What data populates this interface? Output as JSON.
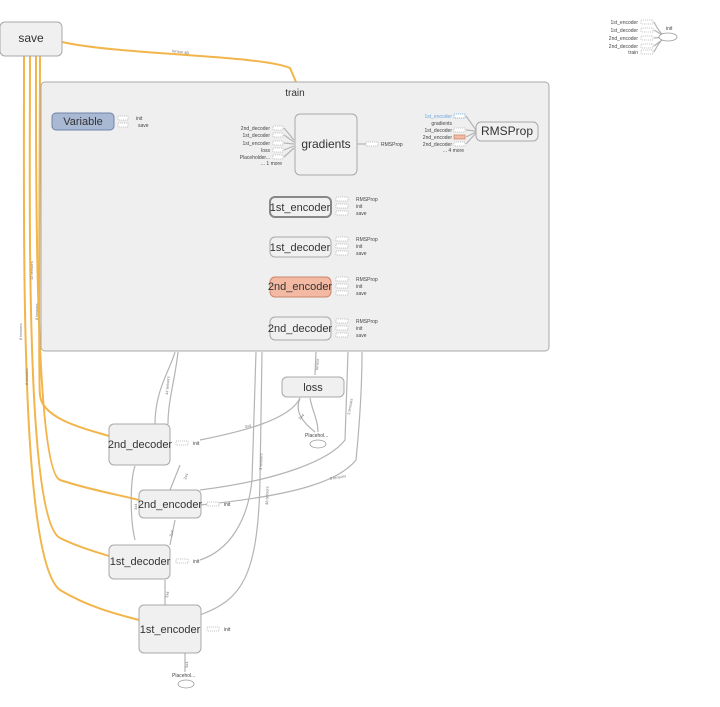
{
  "legend": {
    "items": [
      "1st_encoder",
      "1st_decoder",
      "2nd_encoder",
      "2nd_decoder",
      "train"
    ],
    "target": "init"
  },
  "save": {
    "label": "save"
  },
  "train": {
    "title": "train",
    "variable": {
      "label": "Variable",
      "outputs": [
        "init",
        "save"
      ]
    },
    "gradients": {
      "label": "gradients",
      "inputs": [
        "2nd_decoder",
        "1st_decoder",
        "1st_encoder",
        "loss",
        "Placeholder...",
        "... 1 more"
      ],
      "output": "RMSProp"
    },
    "rmsprop": {
      "label": "RMSProp",
      "inputs": [
        "1st_encoder",
        "gradients",
        "1st_decoder",
        "2nd_encoder",
        "2nd_decoder",
        "... 4 more"
      ]
    },
    "modules": [
      {
        "label": "1st_encoder",
        "outputs": [
          "RMSProp",
          "init",
          "save"
        ]
      },
      {
        "label": "1st_decoder",
        "outputs": [
          "RMSProp",
          "init",
          "save"
        ]
      },
      {
        "label": "2nd_encoder",
        "outputs": [
          "RMSProp",
          "init",
          "save"
        ]
      },
      {
        "label": "2nd_decoder",
        "outputs": [
          "RMSProp",
          "init",
          "save"
        ]
      }
    ]
  },
  "loss": {
    "label": "loss"
  },
  "placeholder_loss": {
    "label": "Placehol..."
  },
  "placeholder_input": {
    "label": "Placehol..."
  },
  "nodes": {
    "dec2": {
      "label": "2nd_decoder",
      "output": "init"
    },
    "enc2": {
      "label": "2nd_encoder",
      "output": "init"
    },
    "dec1": {
      "label": "1st_decoder",
      "output": "init"
    },
    "enc1": {
      "label": "1st_encoder",
      "output": "init"
    }
  },
  "colors": {
    "accent_orange": "#f2b54b",
    "highlight": "#f3b9a2",
    "variable": "#a9b8d3",
    "edge": "#b4b4b4"
  }
}
